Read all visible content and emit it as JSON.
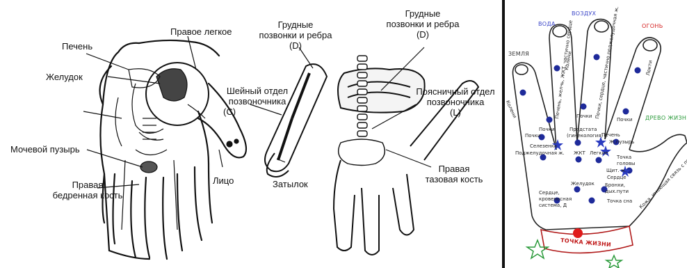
{
  "left_hand": {
    "labels": {
      "liver": "Печень",
      "right_lung": "Правое легкое",
      "stomach": "Желудок",
      "bladder": "Мочевой пузырь",
      "femur_line1": "Правая",
      "femur_line2": "бедренная кость",
      "face": "Лицо"
    }
  },
  "middle_hands": {
    "labels": {
      "thoracic_a1": "Грудные",
      "thoracic_a2": "позвонки и ребра",
      "thoracic_a3": "(D)",
      "thoracic_b1": "Грудные",
      "thoracic_b2": "позвонки и ребра",
      "thoracic_b3": "(D)",
      "cervical1": "Шейный отдел",
      "cervical2": "позвоночника",
      "cervical3": "(C)",
      "lumbar1": "Поясничный отдел",
      "lumbar2": "позвоночника",
      "lumbar3": "(L)",
      "occiput": "Затылок",
      "pelvis1": "Правая",
      "pelvis2": "тазовая кость"
    }
  },
  "right_hand": {
    "colors": {
      "water": "#3b46c8",
      "air": "#3b46c8",
      "fire": "#d42020",
      "wood": "#2a9a3a",
      "earth": "#333333",
      "point": "#1e2a9a",
      "life": "#e01a1a",
      "star": "#2a3bc0"
    },
    "elements": {
      "water": "ВОДА",
      "air": "ВОЗДУХ",
      "fire": "ОГОНЬ",
      "earth": "ЗЕМЛЯ",
      "wood": "ДРЕВО ЖИЗНИ"
    },
    "points": {
      "kidneys": "Почки",
      "prostate1": "Предстата",
      "prostate2": "(гинекология)",
      "liver": "Печень",
      "gallbladder": "Ж.пузырь",
      "spleen": "Селезенка",
      "pancreas": "Поджелудочная ж.",
      "gi": "ЖКТ",
      "lungs": "Легкие",
      "head1": "Точка",
      "head2": "головы",
      "thyroid": "Щит. ж.",
      "heart": "Сердце",
      "stomach": "Желудок",
      "bronchi1": "Бронхи,",
      "bronchi2": "дых.пути",
      "sleep": "Точка сна",
      "cardio1": "Сердце,",
      "cardio2": "кровеносная",
      "cardio3": "система, Д",
      "kidneys_index": "Почки",
      "kidneys_middle": "Почки",
      "kidneys_ring": "Почки",
      "knees": "Колени",
      "elbows": "Локти",
      "knees_thumb": "Колени",
      "ring_text": "Почки, сердце, частично поджелудочная ж.",
      "finger_text": "Печень, желчь, ЖКТ, частично сердце",
      "wrist_text": "Кожа, имеющая связь с позвоночным столбом"
    },
    "life_point": "ТОЧКА ЖИЗНИ"
  }
}
